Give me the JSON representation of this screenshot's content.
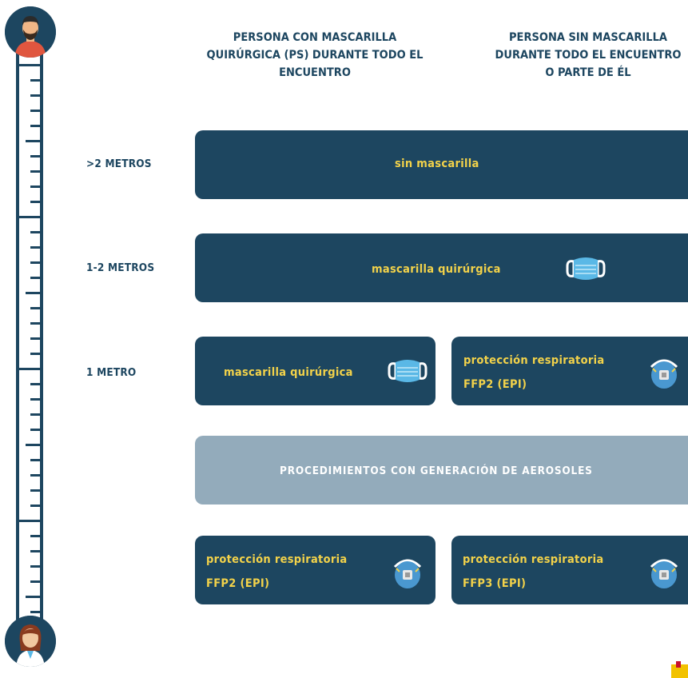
{
  "headers": {
    "left": [
      "PERSONA CON  MASCARILLA",
      "QUIRÚRGICA (PS) DURANTE TODO EL",
      "ENCUENTRO"
    ],
    "right": [
      "PERSONA SIN  MASCARILLA",
      "DURANTE TODO EL ENCUENTRO",
      "O PARTE DE ÉL"
    ]
  },
  "distances": [
    ">2 METROS",
    "1-2 METROS",
    "1 METRO"
  ],
  "rows": {
    "over2": "sin mascarilla",
    "one_two": "mascarilla quirúrgica",
    "one_left": "mascarilla quirúrgica",
    "one_right": [
      "protección respiratoria",
      "FFP2 (EPI)"
    ],
    "procedures": "PROCEDIMIENTOS CON GENERACIÓN DE AEROSOLES",
    "aero_left": [
      "protección respiratoria",
      "FFP2 (EPI)"
    ],
    "aero_right": [
      "protección respiratoria",
      "FFP3 (EPI)"
    ]
  },
  "colors": {
    "navy": "#1d4660",
    "procedure_gray": "#93abbb",
    "highlight_yellow": "#f2d24a",
    "mask_blue": "#5ab8e6"
  },
  "icons": [
    "surgical-mask-icon",
    "respirator-icon",
    "man-avatar-icon",
    "woman-doctor-avatar-icon"
  ]
}
